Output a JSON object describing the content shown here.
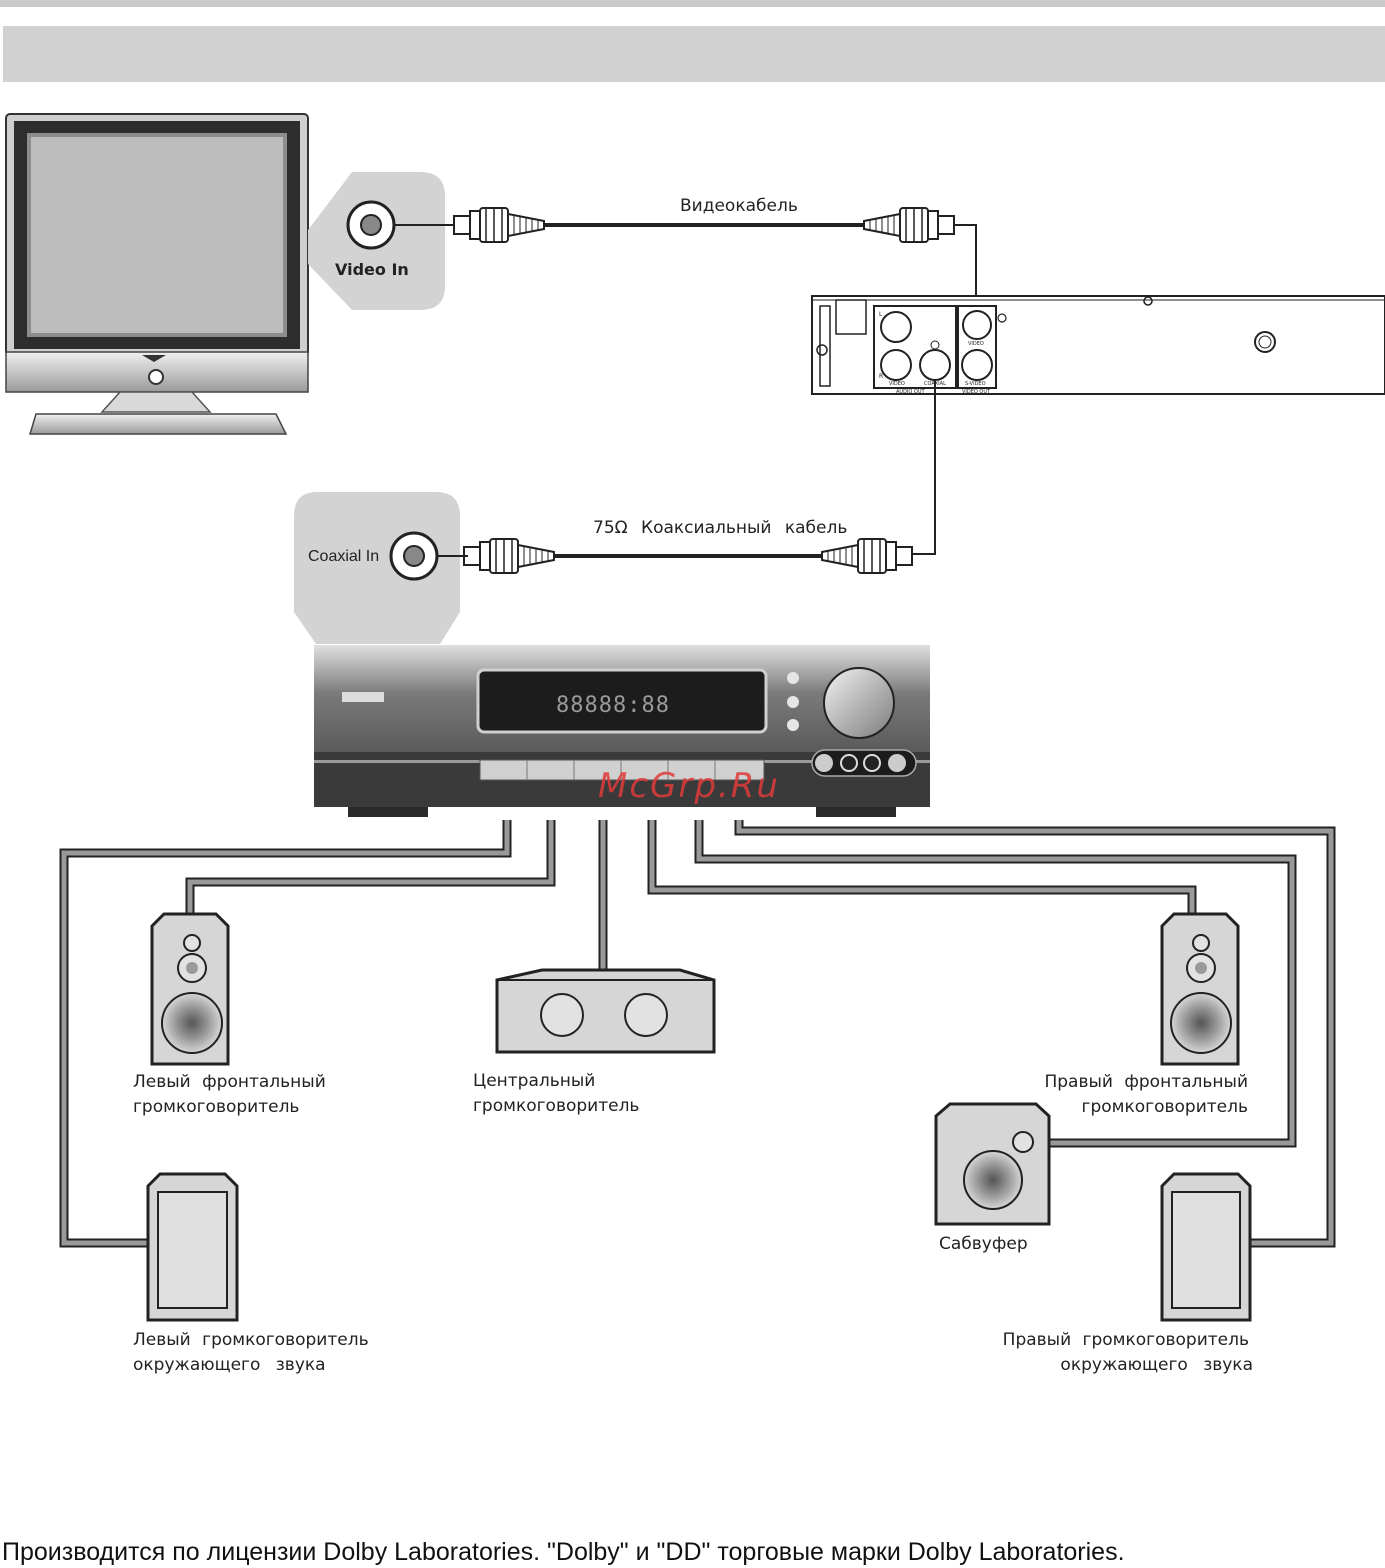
{
  "labels": {
    "video_in": "Video In",
    "coaxial_in": "Coaxial In",
    "video_cable": "Видеокабель",
    "coax_cable": "75Ω Коаксиальный кабель",
    "front_left_1": "Левый фронтальный",
    "front_left_2": "громкоговоритель",
    "center_1": "Центральный",
    "center_2": "громкоговоритель",
    "front_right_1": "Правый фронтальный",
    "front_right_2": "громкоговоритель",
    "subwoofer": "Сабвуфер",
    "surround_left_1": "Левый громкоговоритель",
    "surround_left_2": "окружающего звука",
    "surround_right_1": "Правый громкоговоритель",
    "surround_right_2": "окружающего звука"
  },
  "dvd_panel": {
    "audio_out": "AUDIO OUT",
    "video_out": "VIDEO OUT",
    "video": "VIDEO",
    "s_video": "S-VIDEO",
    "coaxial": "COAXIAL",
    "l": "L",
    "r": "R",
    "video_small": "VIDEO"
  },
  "receiver_display": "88888:88",
  "watermark": "McGrp.Ru",
  "footer": "Производится по лицензии Dolby Laboratories. \"Dolby\" и \"DD\" торговые марки Dolby Laboratories.",
  "colors": {
    "header_bar": "#d1d1d1",
    "wire": "#8a8a8a",
    "watermark": "#e03b3b"
  }
}
